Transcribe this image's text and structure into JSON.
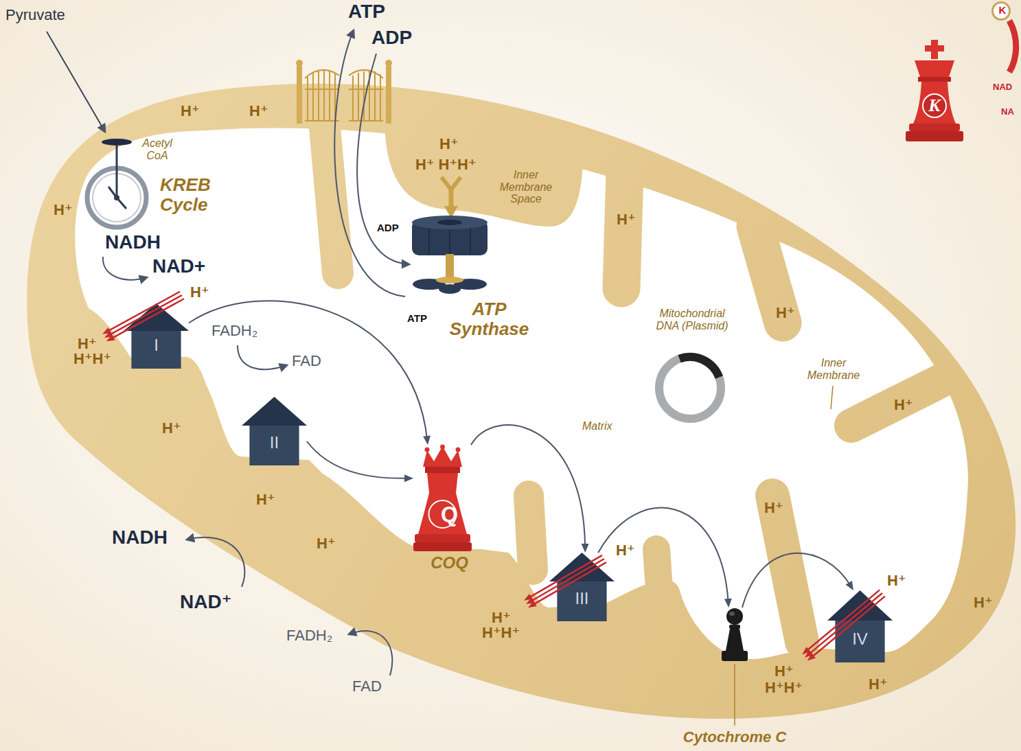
{
  "diagram": {
    "nodes": [
      {
        "text": [
          "K"
        ]
      },
      {
        "text": [
          "K"
        ]
      },
      {
        "text": [
          "I"
        ]
      },
      {
        "text": [
          "II"
        ]
      },
      {
        "text": [
          "Q",
          "COQ"
        ]
      },
      {
        "text": [
          "III"
        ]
      },
      {
        "text": [
          "Cytochrome C"
        ]
      },
      {
        "text": [
          "IV"
        ]
      }
    ],
    "edges": [
      {
        "from": 2,
        "to": 4,
        "arrow": "to"
      },
      {
        "from": 3,
        "to": 4,
        "arrow": "to"
      },
      {
        "from": 4,
        "to": 5,
        "arrow": "to"
      },
      {
        "from": 5,
        "to": 6,
        "arrow": "to"
      },
      {
        "from": 6,
        "to": 7,
        "arrow": "to"
      }
    ],
    "labels": [
      "Pyruvate",
      "ATP",
      "ADP",
      "H⁺",
      "H⁺",
      "Acetyl CoA",
      "KREB Cycle",
      "H⁺",
      "H⁺",
      "H⁺ H⁺H⁺",
      "Inner Membrane Space",
      "ADP",
      "NADH",
      "NAD+",
      "H⁺",
      "H⁺",
      "H⁺",
      "H⁺H⁺",
      "FADH₂",
      "FAD",
      "ATP",
      "ATP Synthase",
      "Mitochondrial DNA (Plasmid)",
      "H⁺",
      "Inner Membrane",
      "H⁺",
      "H⁺",
      "Matrix",
      "H⁺",
      "H⁺",
      "NADH",
      "H⁺",
      "H⁺",
      "NAD⁺",
      "H⁺",
      "H⁺",
      "H⁺",
      "H⁺H⁺",
      "FADH₂",
      "H⁺",
      "H⁺H⁺",
      "FAD",
      "H⁺",
      "NAD",
      "NA"
    ]
  }
}
